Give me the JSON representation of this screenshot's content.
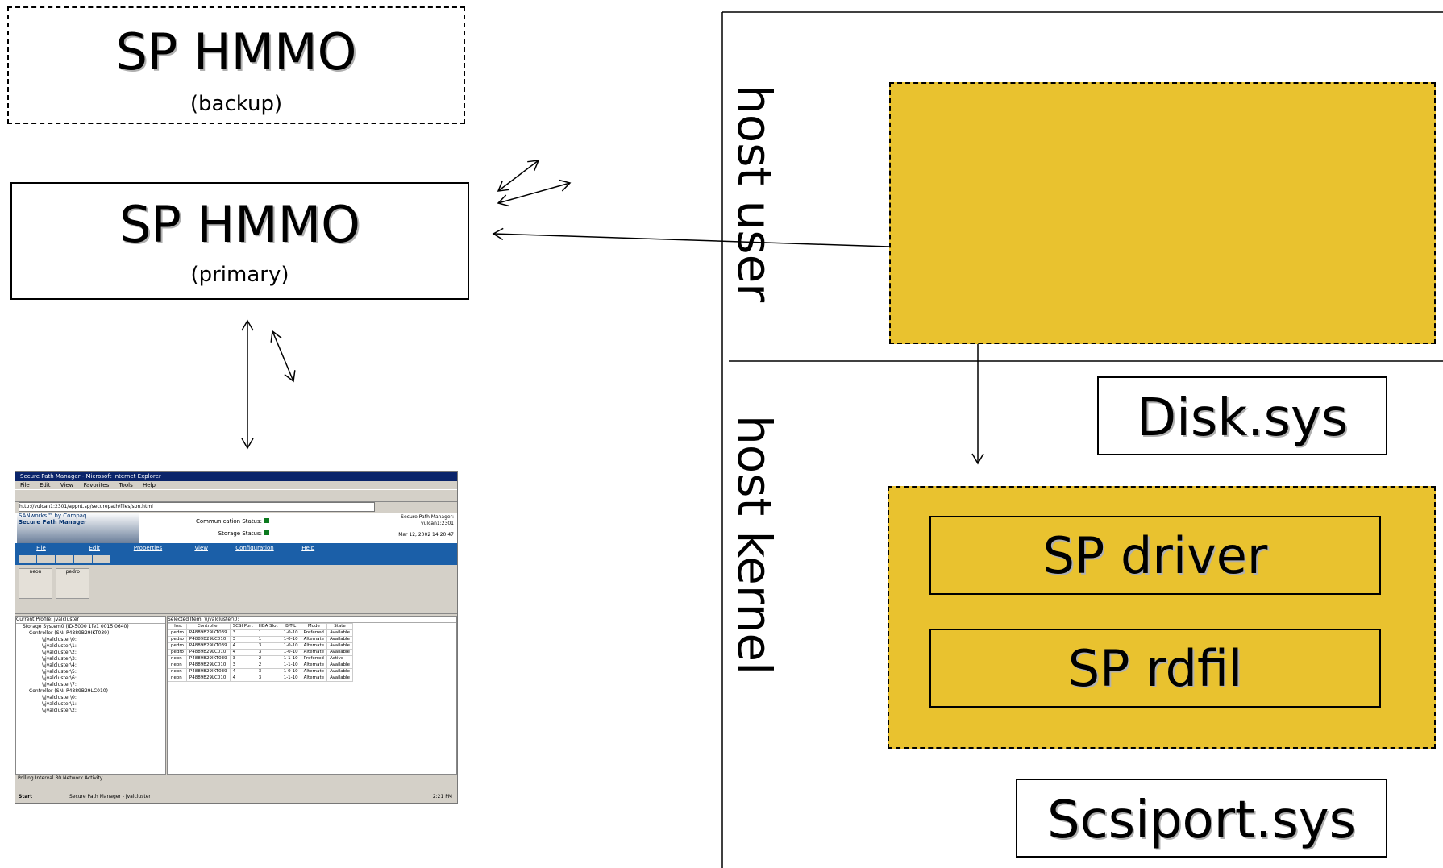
{
  "backup": {
    "title": "SP HMMO",
    "subtitle": "(backup)"
  },
  "primary": {
    "title": "SP HMMO",
    "subtitle": "(primary)"
  },
  "host_user_label": "host user",
  "host_kernel_label": "host kernel",
  "disk_sys": "Disk.sys",
  "sp_driver": "SP driver",
  "sp_rdfil": "SP rdfil",
  "scsiport_sys": "Scsiport.sys",
  "colors": {
    "gold": "#e9c22f",
    "border": "#000000"
  },
  "screenshot": {
    "window_title": "Secure Path Manager - Microsoft Internet Explorer",
    "menu": [
      "File",
      "Edit",
      "View",
      "Favorites",
      "Tools",
      "Help"
    ],
    "address": "http://vulcan1:2301/appnt.sp/securepath/files/spn.html",
    "brand_line1": "SANworks™ by Compaq",
    "brand_line2": "Secure Path Manager",
    "comm_status": "Communication Status:",
    "storage_status": "Storage Status:",
    "right_line1": "Secure Path Manager:",
    "right_line2": "vulcan1:2301",
    "date": "Mar 12, 2002 14:20:47",
    "nav": [
      "File",
      "Edit",
      "Properties",
      "View",
      "Configuration",
      "Help"
    ],
    "hosts": [
      "neon",
      "pedro"
    ],
    "profile": "Current Profile: jvalcluster",
    "selected": "Selected Item: \\\\jvalcluster\\0:",
    "tree": [
      "Storage System0 (ID-5000 1fe1 0015 0640)",
      "Controller (SN: P4889B29IKT039)",
      "\\\\jvalcluster\\0:",
      "\\\\jvalcluster\\1:",
      "\\\\jvalcluster\\2:",
      "\\\\jvalcluster\\3:",
      "\\\\jvalcluster\\4:",
      "\\\\jvalcluster\\5:",
      "\\\\jvalcluster\\6:",
      "\\\\jvalcluster\\7:",
      "Controller (SN: P4889B29LC010)",
      "\\\\jvalcluster\\0:",
      "\\\\jvalcluster\\1:",
      "\\\\jvalcluster\\2:"
    ],
    "columns": [
      "Host",
      "Controller",
      "SCSI Port",
      "HBA Slot",
      "B-T-L",
      "Mode",
      "State"
    ],
    "rows": [
      [
        "pedro",
        "P4889B29IKT039",
        "3",
        "1",
        "1-0-10",
        "Preferred",
        "Available"
      ],
      [
        "pedro",
        "P4889B29LC010",
        "3",
        "1",
        "1-0-10",
        "Alternate",
        "Available"
      ],
      [
        "pedro",
        "P4889B29IKT039",
        "4",
        "3",
        "1-0-10",
        "Alternate",
        "Available"
      ],
      [
        "pedro",
        "P4889B29LC010",
        "4",
        "3",
        "1-0-10",
        "Alternate",
        "Available"
      ],
      [
        "neon",
        "P4889B29IKT039",
        "3",
        "2",
        "1-1-10",
        "Preferred",
        "Active"
      ],
      [
        "neon",
        "P4889B29LC010",
        "3",
        "2",
        "1-1-10",
        "Alternate",
        "Available"
      ],
      [
        "neon",
        "P4889B29IKT039",
        "4",
        "3",
        "1-0-10",
        "Alternate",
        "Available"
      ],
      [
        "neon",
        "P4889B29LC010",
        "4",
        "3",
        "1-1-10",
        "Alternate",
        "Available"
      ]
    ],
    "polling": "Polling Interval  30  Network Activity",
    "statusbar": "Secure Path Manager - jvalcluster",
    "taskbar": "Start",
    "clock": "2:21 PM"
  }
}
